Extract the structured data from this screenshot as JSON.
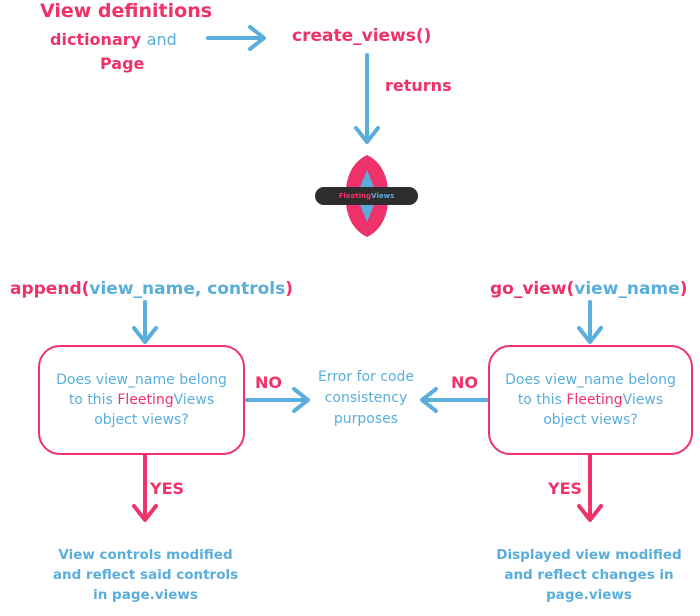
{
  "top": {
    "view_definitions": "View definitions",
    "dictionary": "dictionary",
    "and": "and",
    "page": "Page",
    "create_views": "create_views()",
    "returns": "returns"
  },
  "logo": {
    "part1": "Fleeting",
    "part2": "Views"
  },
  "left": {
    "func": "append(",
    "args": "view_name, controls",
    "close": ")",
    "box_line1": "Does view_name belong",
    "box_line2_pre": "to this ",
    "box_line2_pink": "Fleeting",
    "box_line2_post": "Views",
    "box_line3": "object views?",
    "no": "NO",
    "yes": "YES",
    "result_line1": "View controls modified",
    "result_line2": "and reflect said controls",
    "result_line3": "in page.views"
  },
  "center": {
    "error_line1": "Error for code",
    "error_line2": "consistency",
    "error_line3": "purposes"
  },
  "right": {
    "func": "go_view(",
    "args": "view_name",
    "close": ")",
    "box_line1": "Does view_name belong",
    "box_line2_pre": "to this ",
    "box_line2_pink": "Fleeting",
    "box_line2_post": "Views",
    "box_line3": "object views?",
    "no": "NO",
    "yes": "YES",
    "result_line1": "Displayed view modified",
    "result_line2": "and reflect changes in",
    "result_line3": "page.views"
  },
  "colors": {
    "pink": "#f0326a",
    "blue": "#5aaedc",
    "dark": "#2d2d2d"
  }
}
